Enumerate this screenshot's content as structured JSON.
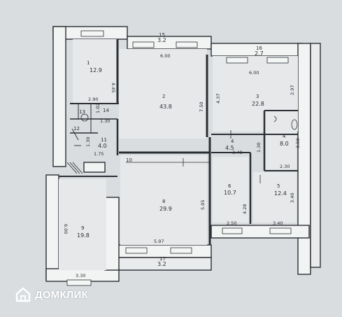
{
  "brand": {
    "name": "ДОМКЛИК",
    "color": "#ffffff"
  },
  "rooms": [
    {
      "id": "r1",
      "number": "1",
      "area": "12.9"
    },
    {
      "id": "r2",
      "number": "2",
      "area": "43.8"
    },
    {
      "id": "r3",
      "number": "3",
      "area": "22.8"
    },
    {
      "id": "r4",
      "number": "4",
      "area": "8.0"
    },
    {
      "id": "r4b",
      "number": "4",
      "area": "4.5"
    },
    {
      "id": "r5",
      "number": "5",
      "area": "12.4"
    },
    {
      "id": "r6",
      "number": "6",
      "area": "10.7"
    },
    {
      "id": "r8",
      "number": "8",
      "area": "29.9"
    },
    {
      "id": "r9",
      "number": "9",
      "area": "19.8"
    },
    {
      "id": "r10",
      "number": "10",
      "area": ""
    },
    {
      "id": "r11",
      "number": "11",
      "area": "4.0"
    },
    {
      "id": "r12",
      "number": "12",
      "area": ""
    },
    {
      "id": "r13",
      "number": "13",
      "area": ""
    },
    {
      "id": "r14",
      "number": "14",
      "area": ""
    },
    {
      "id": "r15",
      "number": "15",
      "area": "3.2"
    },
    {
      "id": "r16",
      "number": "16",
      "area": "2.7"
    },
    {
      "id": "r17",
      "number": "17",
      "area": "3.2"
    }
  ],
  "dimensions": [
    "6.00",
    "6.00",
    "4.45",
    "2.90",
    "7.50",
    "4.37",
    "2.97",
    "1.02",
    "1.30",
    "1.75",
    "1.30",
    "3.48",
    "3.50",
    "2.30",
    "1.30",
    "5.05",
    "4.28",
    "3.40",
    "6.00",
    "2.50",
    "3.40",
    "5.97",
    "3.30"
  ]
}
